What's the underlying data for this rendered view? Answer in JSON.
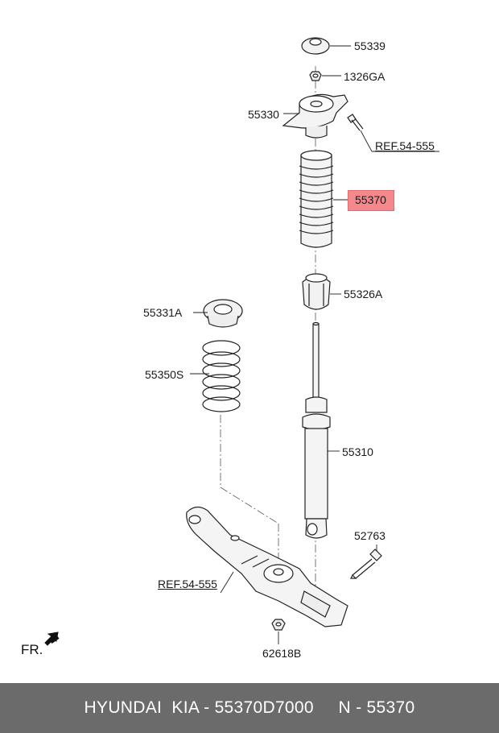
{
  "parts": {
    "p55339": "55339",
    "p1326GA": "1326GA",
    "p55330": "55330",
    "ref_top": "REF.54-555",
    "p55370": "55370",
    "p55326A": "55326A",
    "p55331A": "55331A",
    "p55350S": "55350S",
    "p55310": "55310",
    "p52763": "52763",
    "ref_bottom": "REF.54-555",
    "p62618B": "62618B"
  },
  "front_indicator": "FR.",
  "highlight_color": "#f4888c",
  "footer": {
    "text": "HYUNDAI  KIA - 55370D7000     N - 55370"
  }
}
